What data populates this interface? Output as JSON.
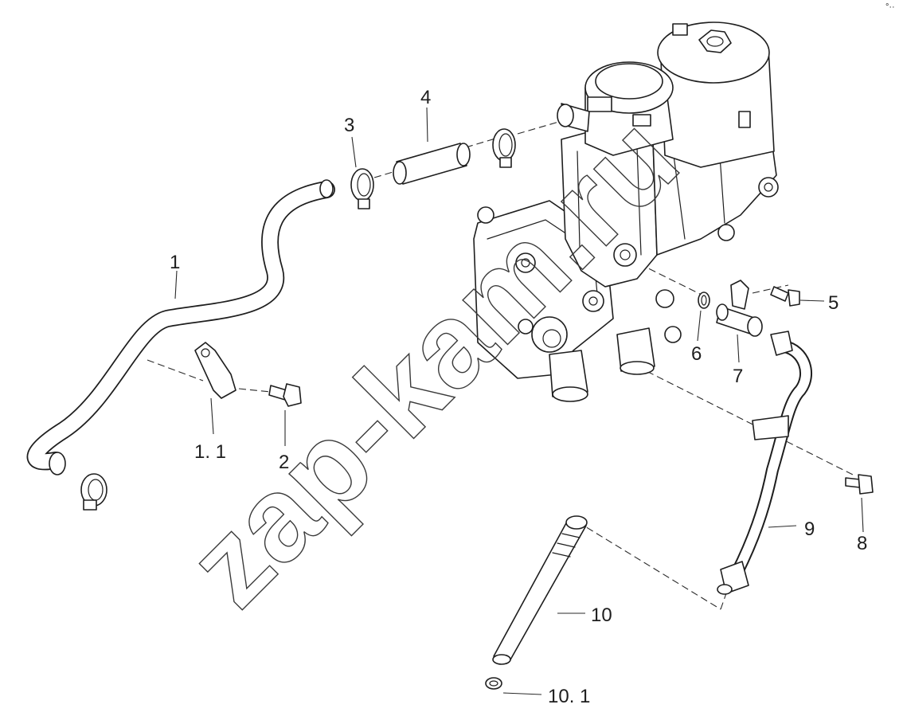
{
  "watermark": "zap-kam.ru",
  "corner_mark": "°··",
  "callouts": {
    "hose_1": "1",
    "bracket_1_1": "1. 1",
    "bolt_2": "2",
    "clamp_3": "3",
    "sleeve_4": "4",
    "bolt_5": "5",
    "o_ring_6": "6",
    "adapter_7": "7",
    "bolt_8": "8",
    "pipe_9": "9",
    "tube_10": "10",
    "o_ring_10_1": "10. 1"
  },
  "colors": {
    "line": "#1e1e1e",
    "background": "#ffffff"
  }
}
